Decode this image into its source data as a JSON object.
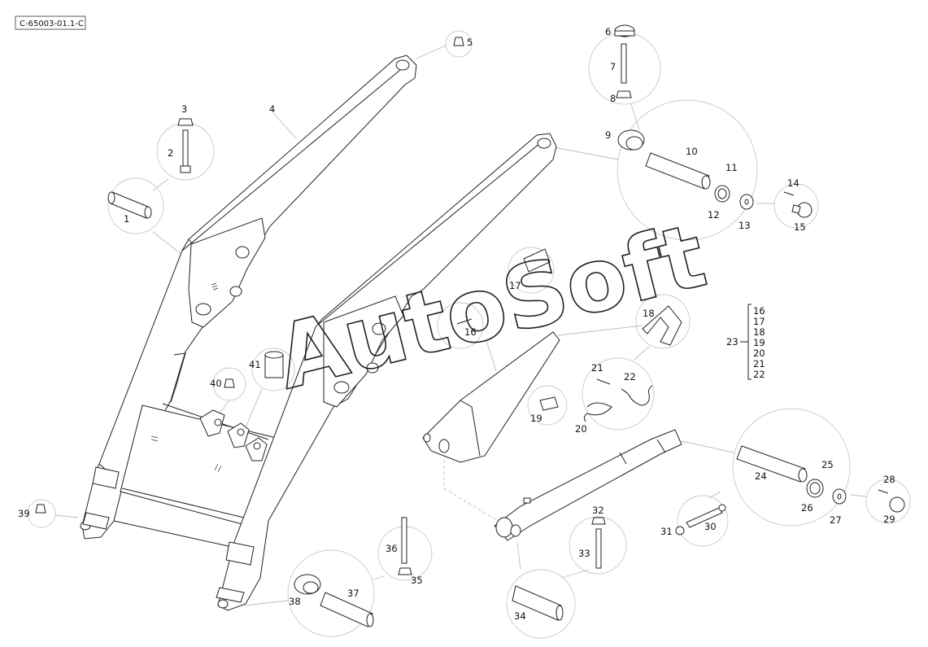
{
  "document_id": "C-65003-01.1-C",
  "watermark": "AutoSoft",
  "part_numbers": [
    "1",
    "2",
    "3",
    "4",
    "5",
    "6",
    "7",
    "8",
    "9",
    "10",
    "11",
    "12",
    "13",
    "14",
    "15",
    "16",
    "17",
    "18",
    "19",
    "20",
    "21",
    "22",
    "24",
    "25",
    "26",
    "27",
    "28",
    "29",
    "30",
    "31",
    "32",
    "33",
    "34",
    "35",
    "36",
    "37",
    "38",
    "39",
    "40",
    "41"
  ],
  "group_23": {
    "label": "23",
    "members": [
      "16",
      "17",
      "18",
      "19",
      "20",
      "21",
      "22"
    ]
  }
}
